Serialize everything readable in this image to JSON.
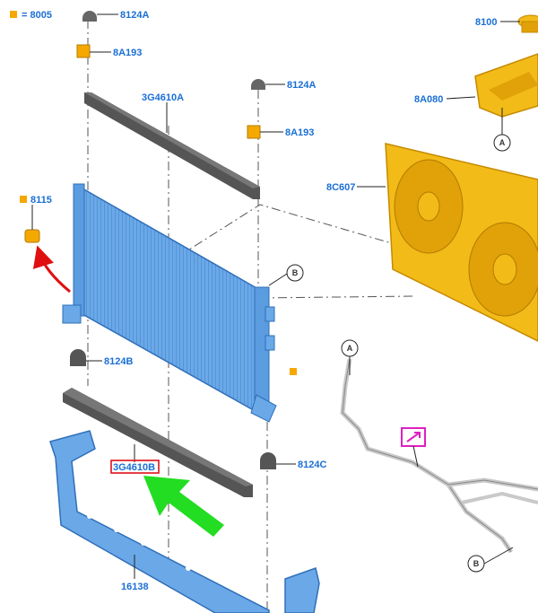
{
  "legend": {
    "color": "#f5a800",
    "text": "= 8005"
  },
  "colors": {
    "label": "#1a6fd6",
    "radiator": "#6aa8e8",
    "shroud": "#f2bb18",
    "highlight_red": "#e0101a",
    "highlight_magenta": "#e020c0",
    "arrow_green": "#22dd22",
    "arrow_red": "#e01010"
  },
  "labels": {
    "l_8124A_top": "8124A",
    "l_8A193_left": "8A193",
    "l_3G4610A": "3G4610A",
    "l_8124A_mid": "8124A",
    "l_8A193_mid": "8A193",
    "l_8115": "8115",
    "l_8124B": "8124B",
    "l_3G4610B": "3G4610B",
    "l_8124C": "8124C",
    "l_16138": "16138",
    "l_8100": "8100",
    "l_8A080": "8A080",
    "l_8C607": "8C607"
  },
  "callouts": {
    "a_tank": "A",
    "b_radiator": "B",
    "a_hose": "A",
    "b_hose": "B"
  }
}
